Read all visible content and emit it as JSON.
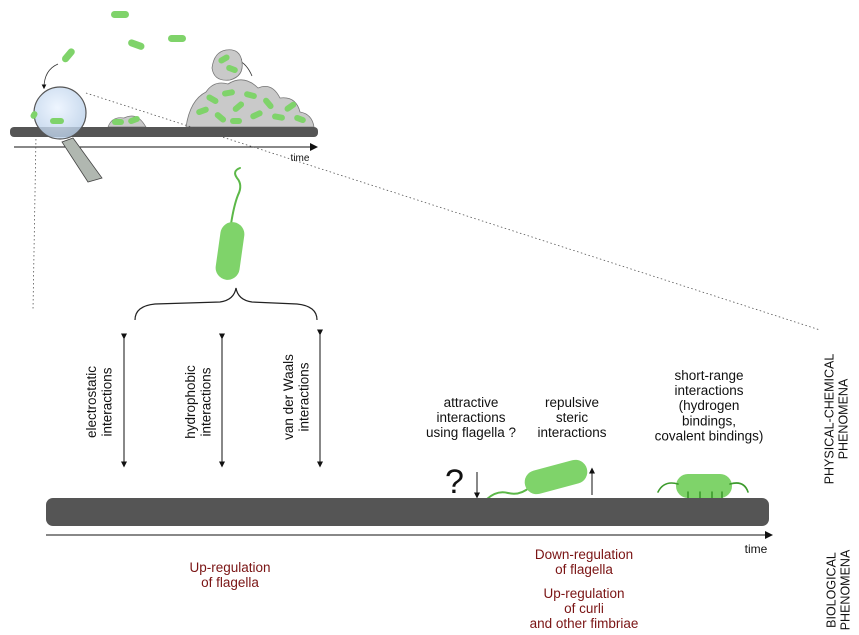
{
  "colors": {
    "bacteria": "#7fd36a",
    "bacteria_stroke": "#5cb848",
    "surface": "#555555",
    "biofilm_matrix": "#c9c9c9",
    "biological_text": "#7a1414"
  },
  "top_panel": {
    "time_label": "time"
  },
  "interactions": {
    "electrostatic": "electrostatic\ninteractions",
    "hydrophobic": "hydrophobic\ninteractions",
    "van_der_waals": "van der Waals\ninteractions",
    "attractive": "attractive\ninteractions\nusing flagella ?",
    "question_mark": "?",
    "repulsive": "repulsive\nsteric\ninteractions",
    "short_range": "short-range\ninteractions\n(hydrogen\nbindings,\ncovalent bindings)"
  },
  "bottom_panel": {
    "time_label": "time"
  },
  "side_labels": {
    "physical_chemical": "PHYSICAL-CHEMICAL\nPHENOMENA",
    "biological": "BIOLOGICAL\nPHENOMENA"
  },
  "biological": {
    "up_flagella": "Up-regulation\nof flagella",
    "down_flagella": "Down-regulation\nof flagella",
    "up_curli": "Up-regulation\nof curli\nand other fimbriae"
  }
}
